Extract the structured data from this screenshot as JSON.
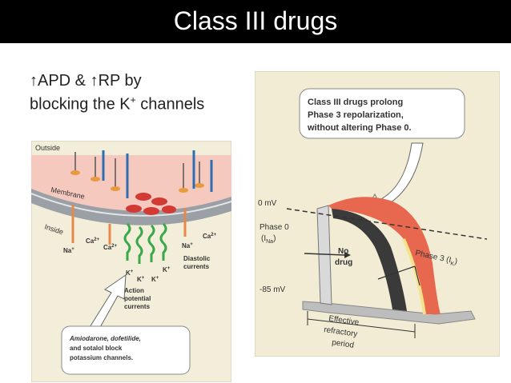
{
  "title": "Class III drugs",
  "subtitle": {
    "line1": "↑APD  & ↑RP by",
    "line2_pre": "blocking the K",
    "line2_sup": "+",
    "line2_post": " channels"
  },
  "left_panel": {
    "outside": "Outside",
    "membrane": "Membrane",
    "inside": "Inside",
    "na_left": "Na",
    "na_left_sup": "+",
    "ca1": "Ca",
    "ca1_sup": "2+",
    "ca2": "Ca",
    "ca2_sup": "2+",
    "k1": "K",
    "k1_sup": "+",
    "k2": "K",
    "k2_sup": "+",
    "k3": "K",
    "k3_sup": "+",
    "k4": "K",
    "k4_sup": "+",
    "na_right": "Na",
    "na_right_sup": "+",
    "ca3": "Ca",
    "ca3_sup": "2+",
    "diastolic_1": "Diastolic",
    "diastolic_2": "currents",
    "action_1": "Action",
    "action_2": "potential",
    "action_3": "currents",
    "note_1": "Amiodarone, dofetilide,",
    "note_2": "and sotalol block",
    "note_3": "potassium channels."
  },
  "right_panel": {
    "callout_1": "Class III drugs prolong",
    "callout_2": "Phase 3 repolarization,",
    "callout_3": "without altering Phase 0.",
    "zero_mv": "0 mV",
    "phase0_1": "Phase 0",
    "phase0_2": "(I",
    "phase0_sub": "Na",
    "phase0_3": ")",
    "no_1": "No",
    "no_2": "drug",
    "phase3_1": "Phase 3 (I",
    "phase3_sub": "K",
    "phase3_2": ")",
    "minus85": "-85 mV",
    "eff_1": "Effective",
    "eff_2": "refractory",
    "eff_3": "period"
  },
  "colors": {
    "title_bg": "#000000",
    "panel_bg": "#f2ecd5",
    "curve_drug": "#e8674f",
    "curve_nodrug": "#3a3a3a",
    "k_channel": "#3aa84a",
    "na_channel": "#2f6db3",
    "ca_channel": "#e89a3c",
    "membrane": "#f2b2a8"
  }
}
